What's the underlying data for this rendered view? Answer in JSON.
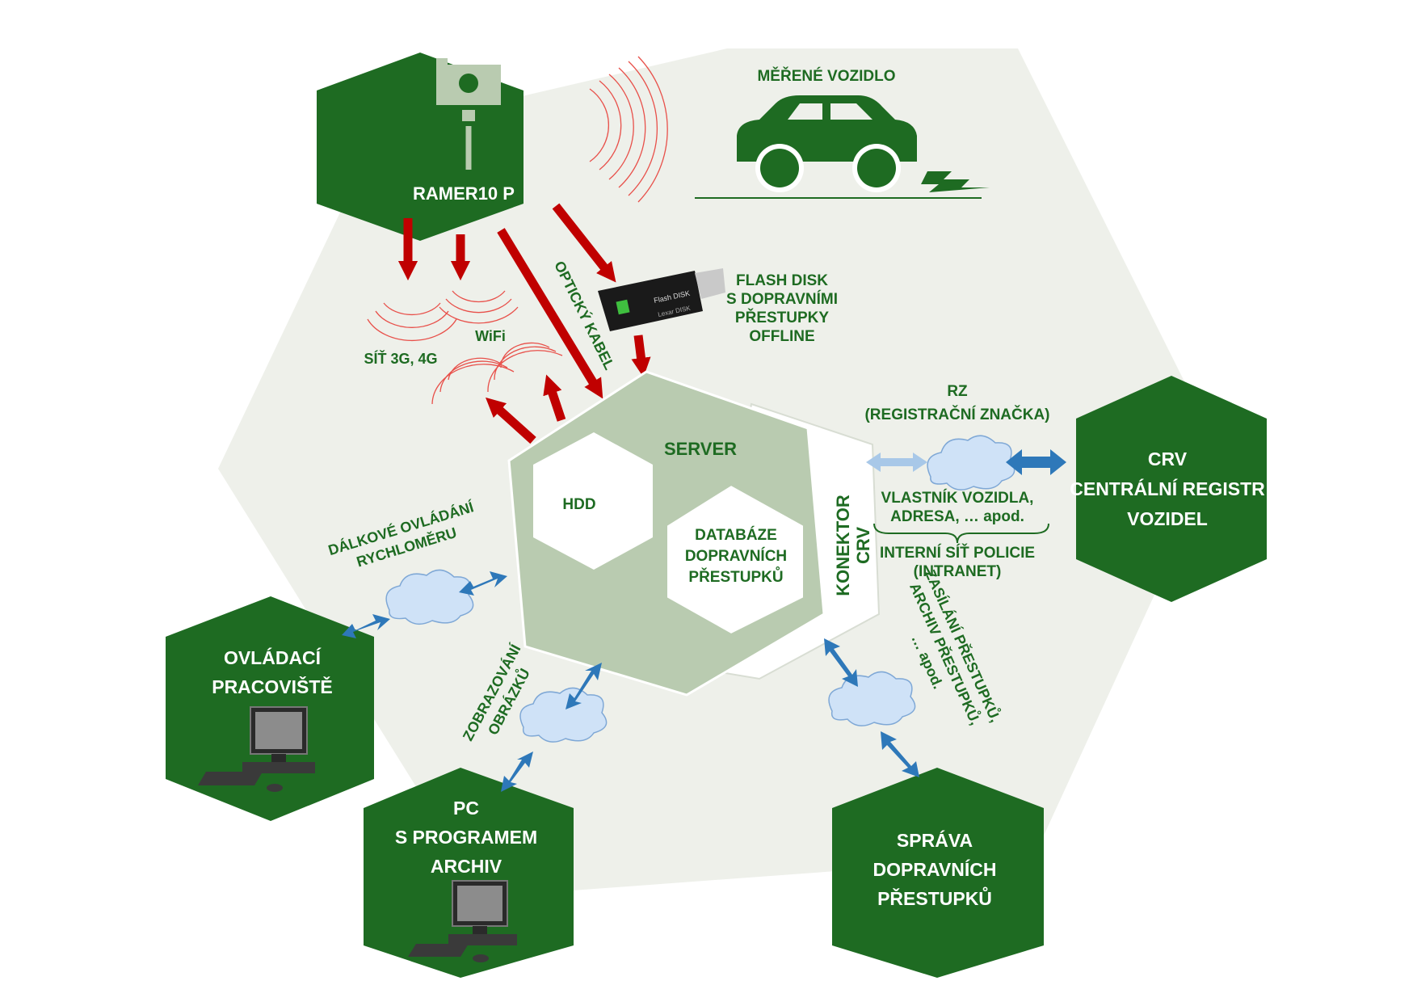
{
  "nodes": {
    "ramer": {
      "label": "RAMER10 P",
      "icon": "camera-pole-icon"
    },
    "vehicle": {
      "label": "MĚŘENÉ VOZIDLO",
      "icon": "car-icon"
    },
    "flash": {
      "line1": "FLASH DISK",
      "line2": "S DOPRAVNÍMI",
      "line3": "PŘESTUPKY",
      "line4": "OFFLINE",
      "icon": "usb-flash-icon",
      "device_text1": "Flash DISK",
      "device_text2": "Lexar DISK"
    },
    "server": {
      "label": "SERVER"
    },
    "hdd": {
      "label": "HDD"
    },
    "database": {
      "line1": "DATABÁZE",
      "line2": "DOPRAVNÍCH",
      "line3": "PŘESTUPKŮ"
    },
    "connector": {
      "line1": "KONEKTOR",
      "line2": "CRV"
    },
    "crv": {
      "line1": "CRV",
      "line2": "CENTRÁLNÍ REGISTR",
      "line3": "VOZIDEL"
    },
    "workstation": {
      "line1": "OVLÁDACÍ",
      "line2": "PRACOVIŠTĚ",
      "icon": "computer-icon"
    },
    "archive_pc": {
      "line1": "PC",
      "line2": "S PROGRAMEM",
      "line3": "ARCHIV",
      "icon": "computer-icon"
    },
    "admin": {
      "line1": "SPRÁVA",
      "line2": "DOPRAVNÍCH",
      "line3": "PŘESTUPKŮ"
    }
  },
  "labels": {
    "wifi": "WiFi",
    "net": "SÍŤ 3G, 4G",
    "optical": "OPTICKÝ KABEL",
    "rz": "RZ",
    "rz_full": "(REGISTRAČNÍ ZNAČKA)",
    "owner1": "VLASTNÍK VOZIDLA,",
    "owner2": "ADRESA, … apod.",
    "intranet1": "INTERNÍ SÍŤ POLICIE",
    "intranet2": "(INTRANET)",
    "remote1": "DÁLKOVÉ OVLÁDÁNÍ",
    "remote2": "RYCHLOMĚRU",
    "images1": "ZOBRAZOVÁNÍ",
    "images2": "OBRÁZKŮ",
    "sending1": "ZASÍLÁNÍ PŘESTUPKŮ,",
    "sending2": "ARCHIV PŘESTUPKŮ,",
    "sending3": "… apod."
  },
  "colors": {
    "dark_green": "#1e6b22",
    "light_sage": "#b9cbb0",
    "background_shape": "#eef0ea",
    "red_arrow": "#c00000",
    "blue_arrow": "#2e78b9",
    "wave_red": "#e8504a",
    "cloud_fill": "#cfe2f7"
  }
}
